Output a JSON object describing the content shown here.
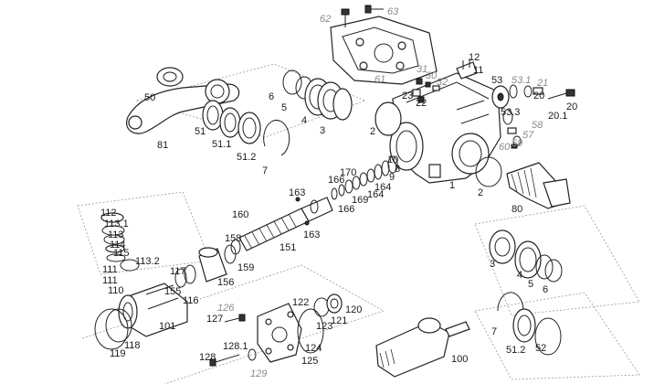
{
  "labels": {
    "l62": "62",
    "l63": "63",
    "l61": "61",
    "l12": "12",
    "l11": "11",
    "l31": "31",
    "l30": "30",
    "l32": "32",
    "l23": "23",
    "l22": "22",
    "l53": "53",
    "l53_1": "53.1",
    "l21": "21",
    "l20": "20",
    "l20_1": "20.1",
    "l53_3": "53.3",
    "l58": "58",
    "l57": "57",
    "l60": "60",
    "l59": "59",
    "l50": "50",
    "l81": "81",
    "l6a": "6",
    "l5a": "5",
    "l4a": "4",
    "l3a": "3",
    "l51a": "51",
    "l51_1": "51.1",
    "l51_2a": "51.2",
    "l7a": "7",
    "l2a": "2",
    "l10": "10",
    "l8": "8",
    "l9": "9",
    "l170": "170",
    "l166a": "166",
    "l164a": "164",
    "l169": "169",
    "l164b": "164",
    "l166b": "166",
    "l1": "1",
    "l2b": "2",
    "l80": "80",
    "l163a": "163",
    "l163b": "163",
    "l160": "160",
    "l158": "158",
    "l151": "151",
    "l159": "159",
    "l112": "112",
    "l113_1": "113.1",
    "l113": "113",
    "l114": "114",
    "l115": "115",
    "l113_2": "113.2",
    "l111a": "111",
    "l111b": "111",
    "l110": "110",
    "l117": "117",
    "l156": "156",
    "l155": "155",
    "l116": "116",
    "l101": "101",
    "l119": "119",
    "l118": "118",
    "l126": "126",
    "l127": "127",
    "l128_1": "128.1",
    "l128": "128",
    "l129": "129",
    "l122": "122",
    "l120": "120",
    "l121": "121",
    "l123": "123",
    "l124": "124",
    "l125": "125",
    "l100": "100",
    "l3b": "3",
    "l4b": "4",
    "l5b": "5",
    "l6b": "6",
    "l7b": "7",
    "l51_2b": "51.2",
    "l52": "52"
  }
}
